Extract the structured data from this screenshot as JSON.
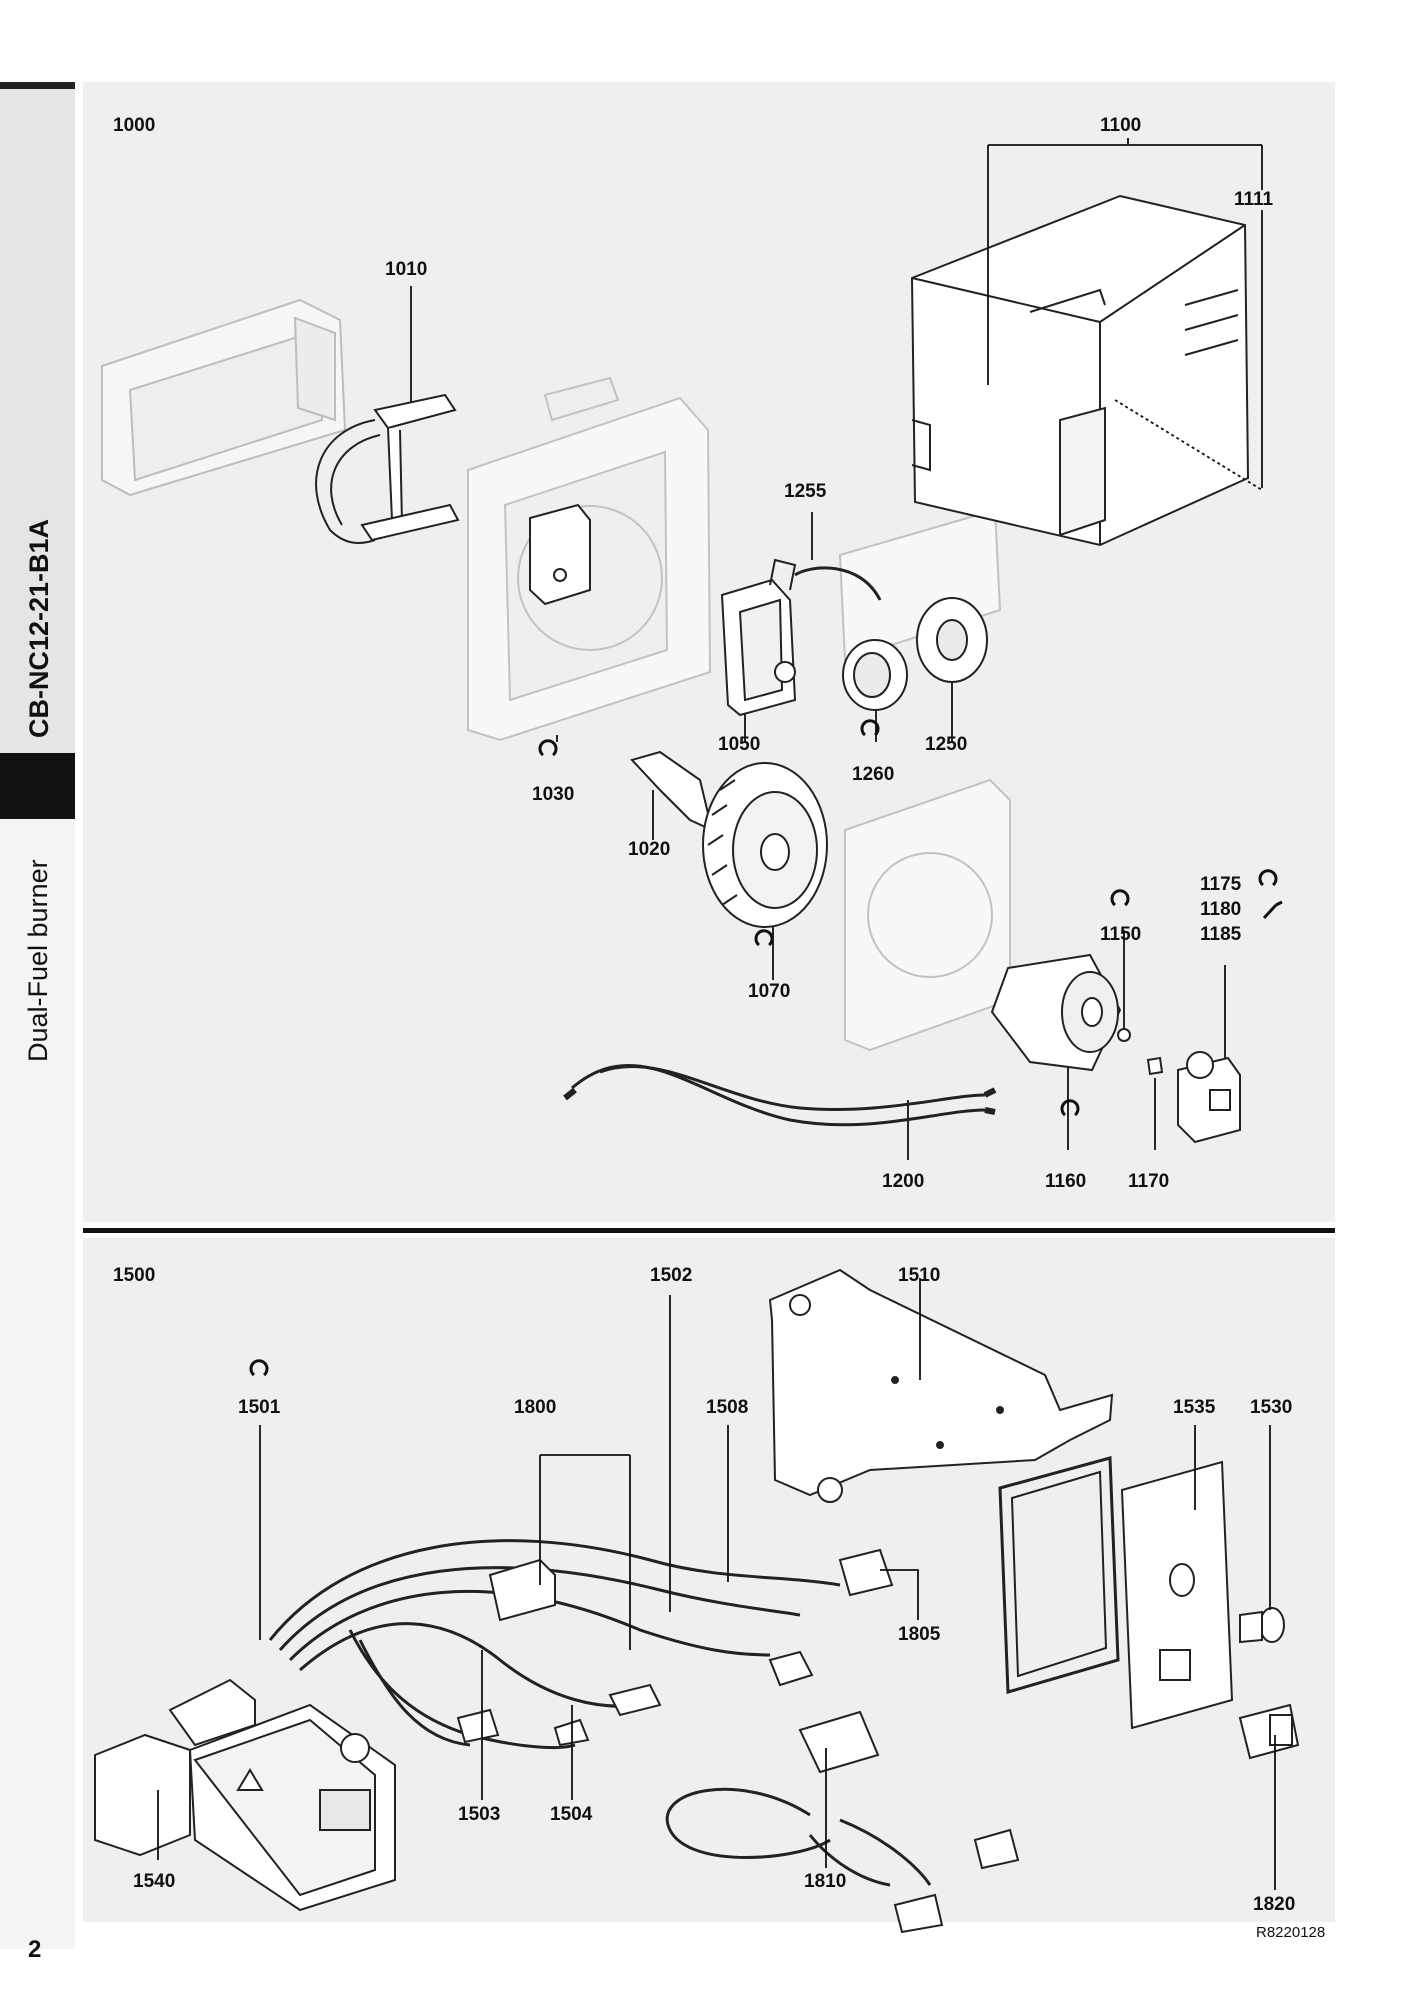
{
  "sidebar": {
    "model_code": "CB-NC12-21-B1A",
    "product_title": "Dual-Fuel burner"
  },
  "page": {
    "number": "2",
    "reference": "R8220128"
  },
  "top_diagram": {
    "group_label": "1000",
    "parts": [
      {
        "key": "p1100",
        "label": "1100"
      },
      {
        "key": "p1111",
        "label": "1111"
      },
      {
        "key": "p1010",
        "label": "1010"
      },
      {
        "key": "p1255",
        "label": "1255"
      },
      {
        "key": "p1050",
        "label": "1050"
      },
      {
        "key": "p1260",
        "label": "1260"
      },
      {
        "key": "p1250",
        "label": "1250"
      },
      {
        "key": "p1030",
        "label": "1030"
      },
      {
        "key": "p1020",
        "label": "1020"
      },
      {
        "key": "p1070",
        "label": "1070"
      },
      {
        "key": "p1175",
        "label": "1175"
      },
      {
        "key": "p1180",
        "label": "1180"
      },
      {
        "key": "p1185",
        "label": "1185"
      },
      {
        "key": "p1150",
        "label": "1150"
      },
      {
        "key": "p1200",
        "label": "1200"
      },
      {
        "key": "p1160",
        "label": "1160"
      },
      {
        "key": "p1170",
        "label": "1170"
      }
    ]
  },
  "bottom_diagram": {
    "group_label": "1500",
    "parts": [
      {
        "key": "p1502",
        "label": "1502"
      },
      {
        "key": "p1510",
        "label": "1510"
      },
      {
        "key": "p1501",
        "label": "1501"
      },
      {
        "key": "p1800",
        "label": "1800"
      },
      {
        "key": "p1508",
        "label": "1508"
      },
      {
        "key": "p1535",
        "label": "1535"
      },
      {
        "key": "p1530",
        "label": "1530"
      },
      {
        "key": "p1805",
        "label": "1805"
      },
      {
        "key": "p1503",
        "label": "1503"
      },
      {
        "key": "p1504",
        "label": "1504"
      },
      {
        "key": "p1540",
        "label": "1540"
      },
      {
        "key": "p1810",
        "label": "1810"
      },
      {
        "key": "p1820",
        "label": "1820"
      }
    ]
  },
  "legend_icons": [
    "wear-part-icon",
    "wrench-icon"
  ],
  "colors": {
    "panel_bg": "#efefef",
    "ink": "#111111",
    "ghost": "#bdbdbd"
  }
}
